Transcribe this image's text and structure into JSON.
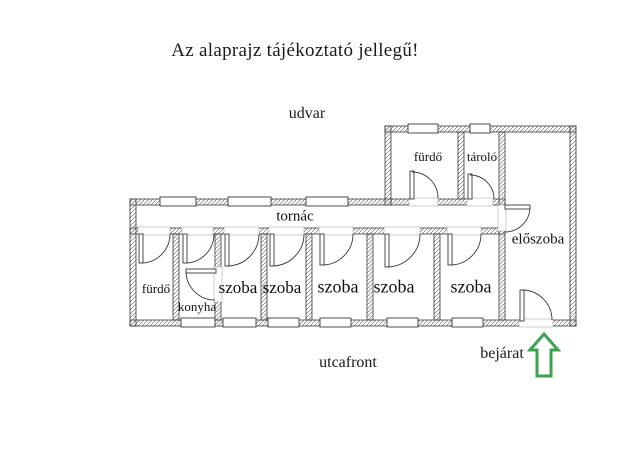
{
  "title": "Az alaprajz tájékoztató jellegű!",
  "labels": {
    "udvar": "udvar",
    "utcafront": "utcafront",
    "bejarat": "bejárat"
  },
  "rooms": {
    "furdo_top": {
      "label": "fürdő"
    },
    "tarolo": {
      "label": "tároló"
    },
    "tornac": {
      "label": "tornác"
    },
    "eloszoba": {
      "label": "előszoba"
    },
    "furdo_bottom": {
      "label": "fürdő"
    },
    "konyha": {
      "label": "konyha"
    },
    "szoba_1": {
      "label": "szoba"
    },
    "szoba_2": {
      "label": "szoba"
    },
    "szoba_3": {
      "label": "szoba"
    },
    "szoba_4": {
      "label": "szoba"
    },
    "szoba_5": {
      "label": "szoba"
    }
  },
  "colors": {
    "line": "#3a3a3a",
    "entrance_arrow": "#3da351",
    "background": "#ffffff"
  }
}
